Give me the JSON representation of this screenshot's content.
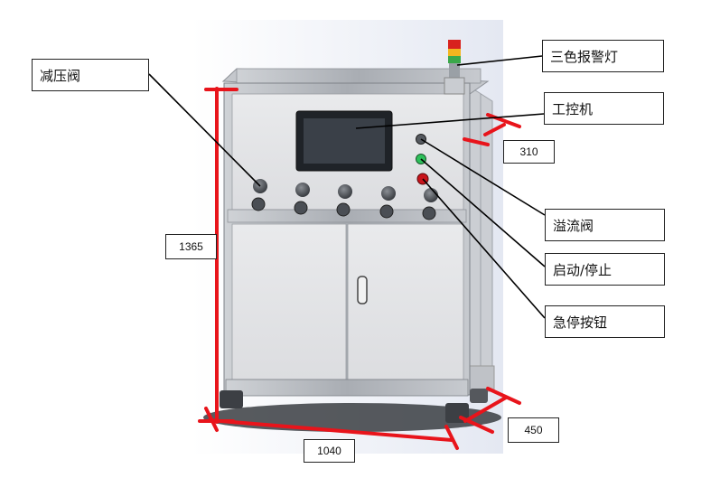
{
  "labels": {
    "pressure_reducing_valve": "减压阀",
    "tri_color_alarm_light": "三色报警灯",
    "industrial_pc": "工控机",
    "overflow_valve": "溢流阀",
    "start_stop": "启动/停止",
    "emergency_stop_button": "急停按钮"
  },
  "dimensions": {
    "height": "1365",
    "width": "1040",
    "depth_top": "310",
    "depth_bottom": "450"
  },
  "colors": {
    "dimension_line": "#e8141b",
    "leader_line": "#000000",
    "frame": "#b9bcc1",
    "panel": "#e3e4e6",
    "screen": "#2b3036",
    "knob": "#4b4f55",
    "start_button": "#2dbf5a",
    "stop_button": "#c8141b",
    "alarm_red": "#d8221e",
    "alarm_yellow": "#f2b51f",
    "alarm_green": "#3aa84a"
  }
}
